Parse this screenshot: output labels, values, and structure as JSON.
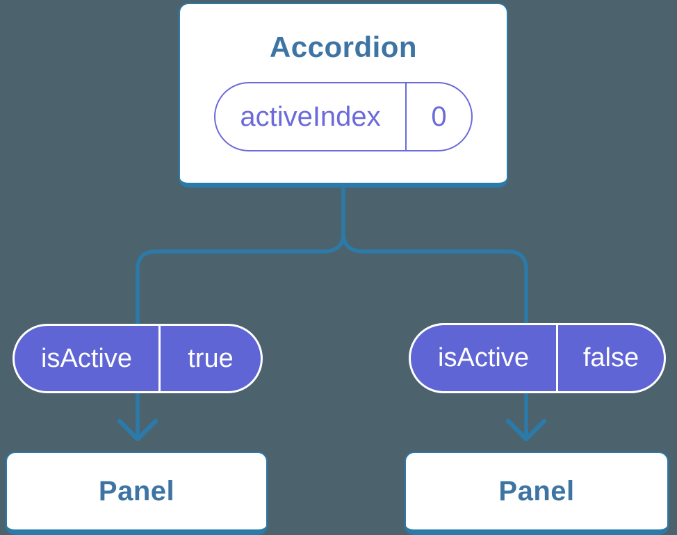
{
  "diagram": {
    "root": {
      "title": "Accordion",
      "state": {
        "name": "activeIndex",
        "value": "0"
      }
    },
    "branches": [
      {
        "prop": {
          "name": "isActive",
          "value": "true"
        },
        "child": {
          "title": "Panel"
        }
      },
      {
        "prop": {
          "name": "isActive",
          "value": "false"
        },
        "child": {
          "title": "Panel"
        }
      }
    ]
  },
  "colors": {
    "background": "#4C636E",
    "connector": "#2B7AA8",
    "card_border": "#2B7AA8",
    "card_text": "#3D74A3",
    "card_bg": "#FFFFFF",
    "pill_fill": "#6065D5",
    "pill_border": "#FFFFFF",
    "pill_text": "#FFFFFF",
    "state_pill_accent": "#6B6ADA"
  }
}
